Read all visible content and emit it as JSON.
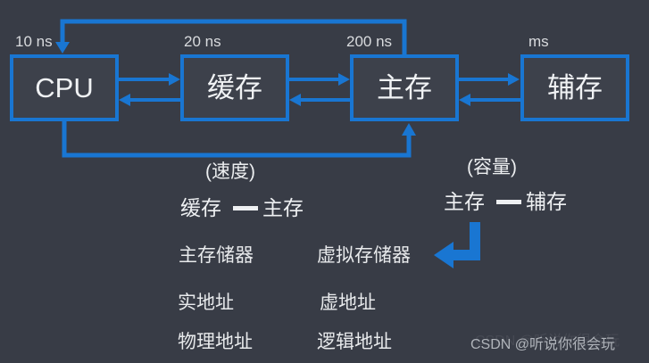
{
  "diagram": {
    "nodes": [
      {
        "id": "cpu",
        "label": "CPU",
        "latency": "10 ns"
      },
      {
        "id": "cache",
        "label": "缓存",
        "latency": "20 ns"
      },
      {
        "id": "main",
        "label": "主存",
        "latency": "200 ns"
      },
      {
        "id": "aux",
        "label": "辅存",
        "latency": "ms"
      }
    ],
    "comparisons": {
      "speed": {
        "title": "(速度)",
        "left": "缓存",
        "right": "主存"
      },
      "capacity": {
        "title": "(容量)",
        "left": "主存",
        "right": "辅存"
      }
    },
    "terms": {
      "rows": [
        {
          "left": "主存储器",
          "right": "虚拟存储器"
        },
        {
          "left": "实地址",
          "right": "虚地址"
        },
        {
          "left": "物理地址",
          "right": "逻辑地址"
        }
      ]
    },
    "watermark": "CSDN @听说你很会玩"
  },
  "colors": {
    "accent": "#1976d2",
    "background": "#383c46",
    "box_fill": "#3d414b",
    "text": "#f0f2f4"
  }
}
